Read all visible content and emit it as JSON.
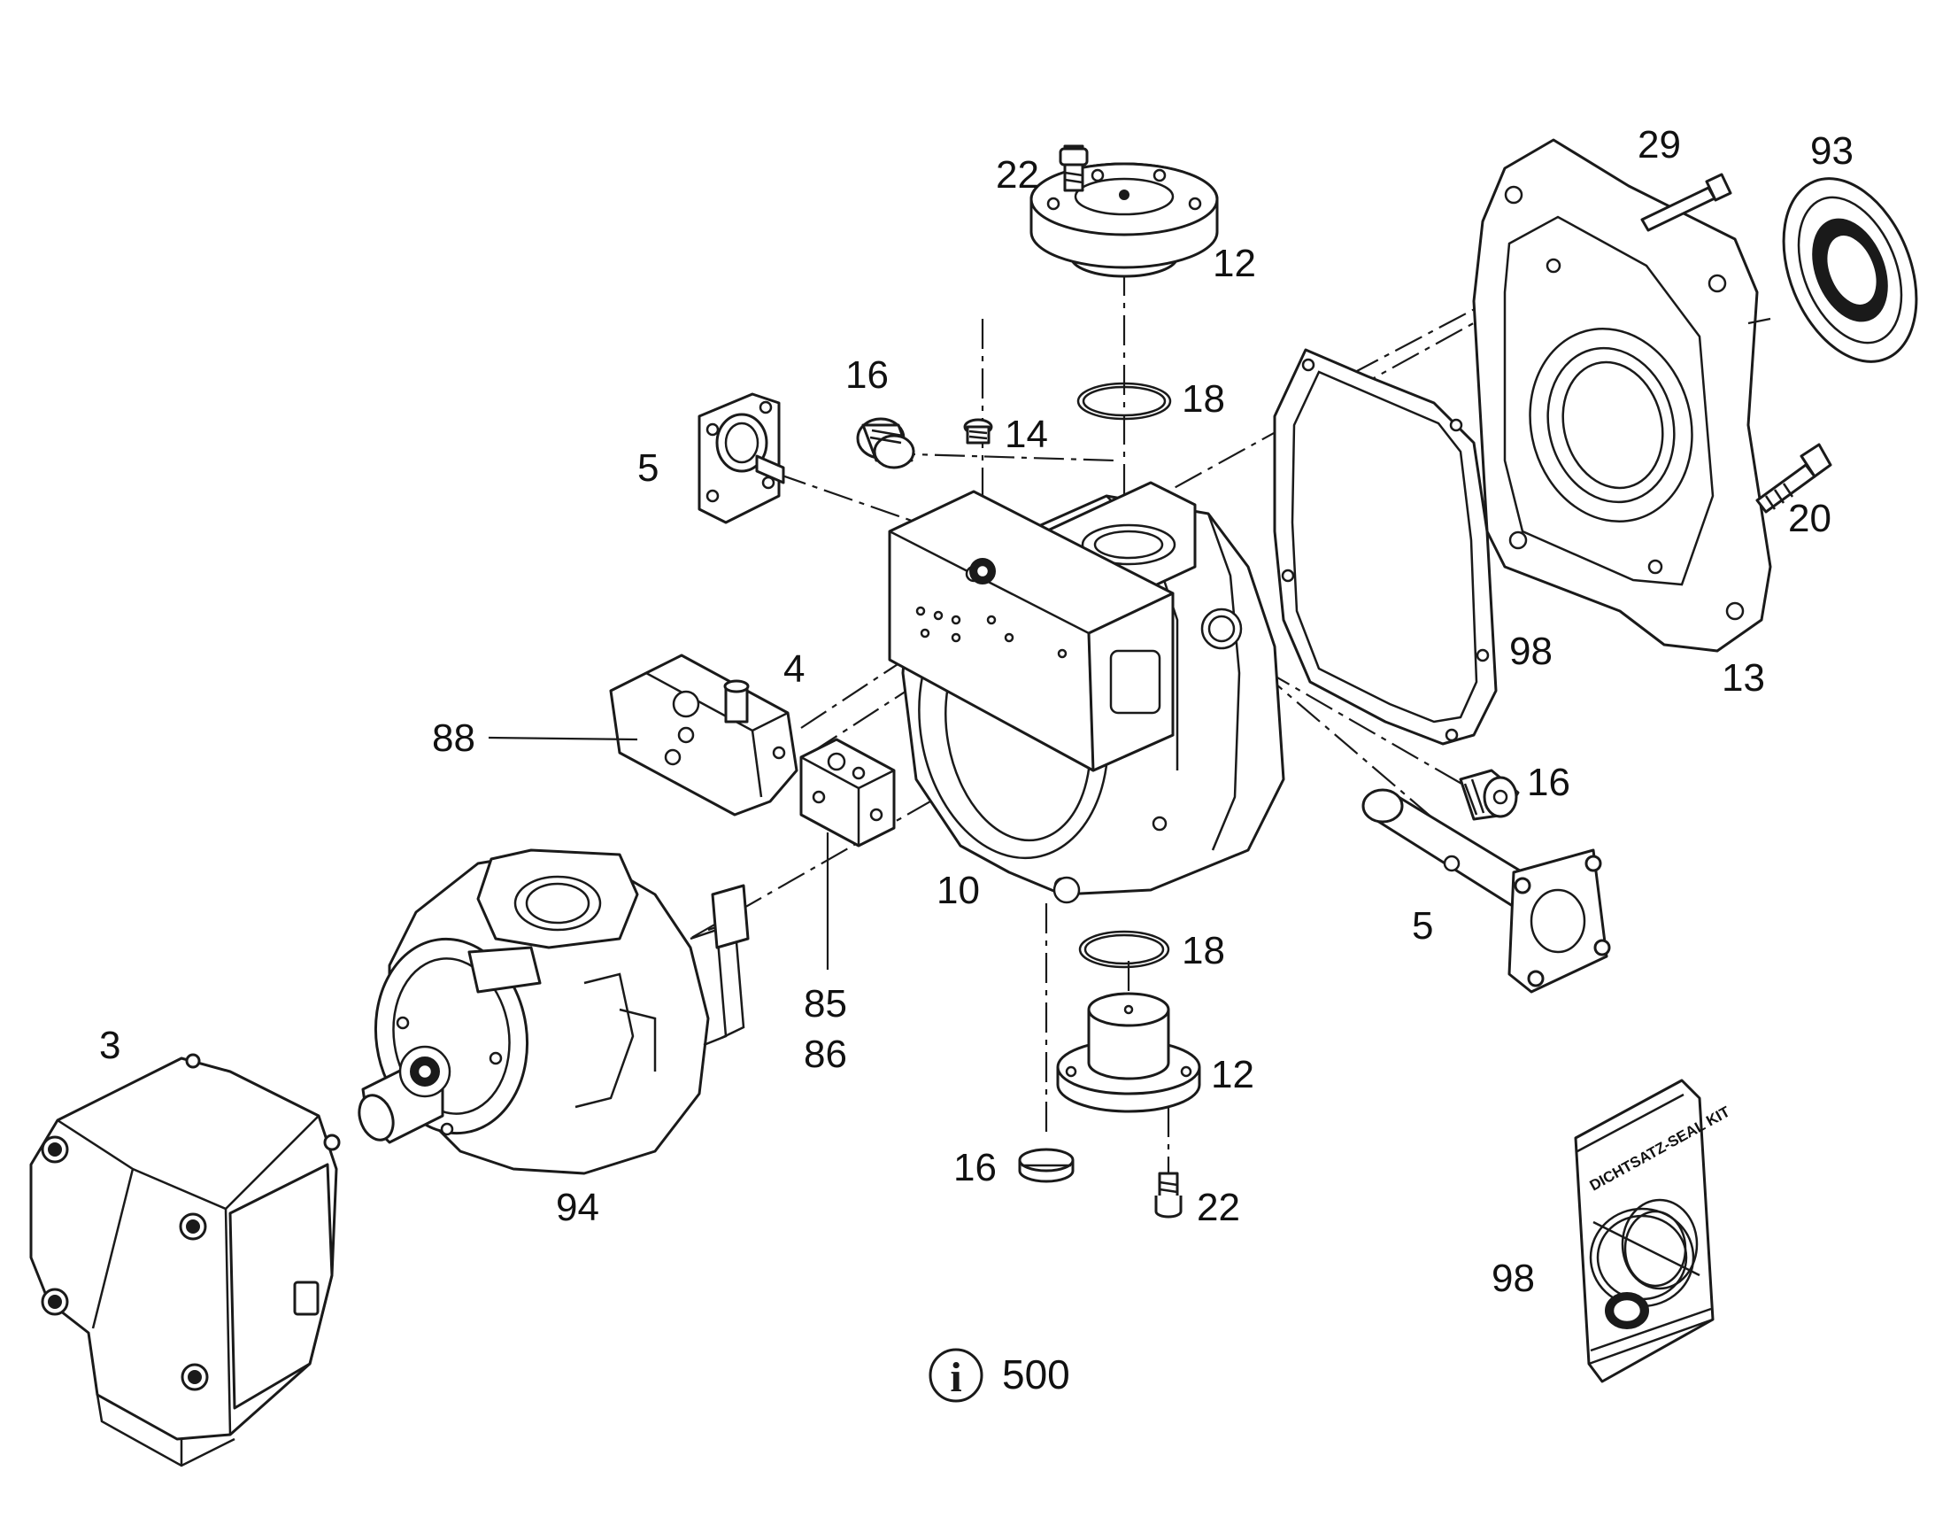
{
  "callouts": [
    {
      "id": "c22a",
      "text": "22"
    },
    {
      "id": "c12a",
      "text": "12"
    },
    {
      "id": "c29",
      "text": "29"
    },
    {
      "id": "c93",
      "text": "93"
    },
    {
      "id": "c18a",
      "text": "18"
    },
    {
      "id": "c16a",
      "text": "16"
    },
    {
      "id": "c14",
      "text": "14"
    },
    {
      "id": "c5a",
      "text": "5"
    },
    {
      "id": "c20",
      "text": "20"
    },
    {
      "id": "c98a",
      "text": "98"
    },
    {
      "id": "c13",
      "text": "13"
    },
    {
      "id": "c4",
      "text": "4"
    },
    {
      "id": "c88",
      "text": "88"
    },
    {
      "id": "c16b",
      "text": "16"
    },
    {
      "id": "c10",
      "text": "10"
    },
    {
      "id": "c5b",
      "text": "5"
    },
    {
      "id": "c18b",
      "text": "18"
    },
    {
      "id": "c85",
      "text": "85"
    },
    {
      "id": "c86",
      "text": "86"
    },
    {
      "id": "c3",
      "text": "3"
    },
    {
      "id": "c12b",
      "text": "12"
    },
    {
      "id": "c16c",
      "text": "16"
    },
    {
      "id": "c22b",
      "text": "22"
    },
    {
      "id": "c94",
      "text": "94"
    },
    {
      "id": "c98b",
      "text": "98"
    }
  ],
  "info": {
    "icon": "info-icon",
    "symbol": "i",
    "number": "500"
  },
  "seal_kit": {
    "label": "DICHTSATZ-SEAL KIT"
  }
}
